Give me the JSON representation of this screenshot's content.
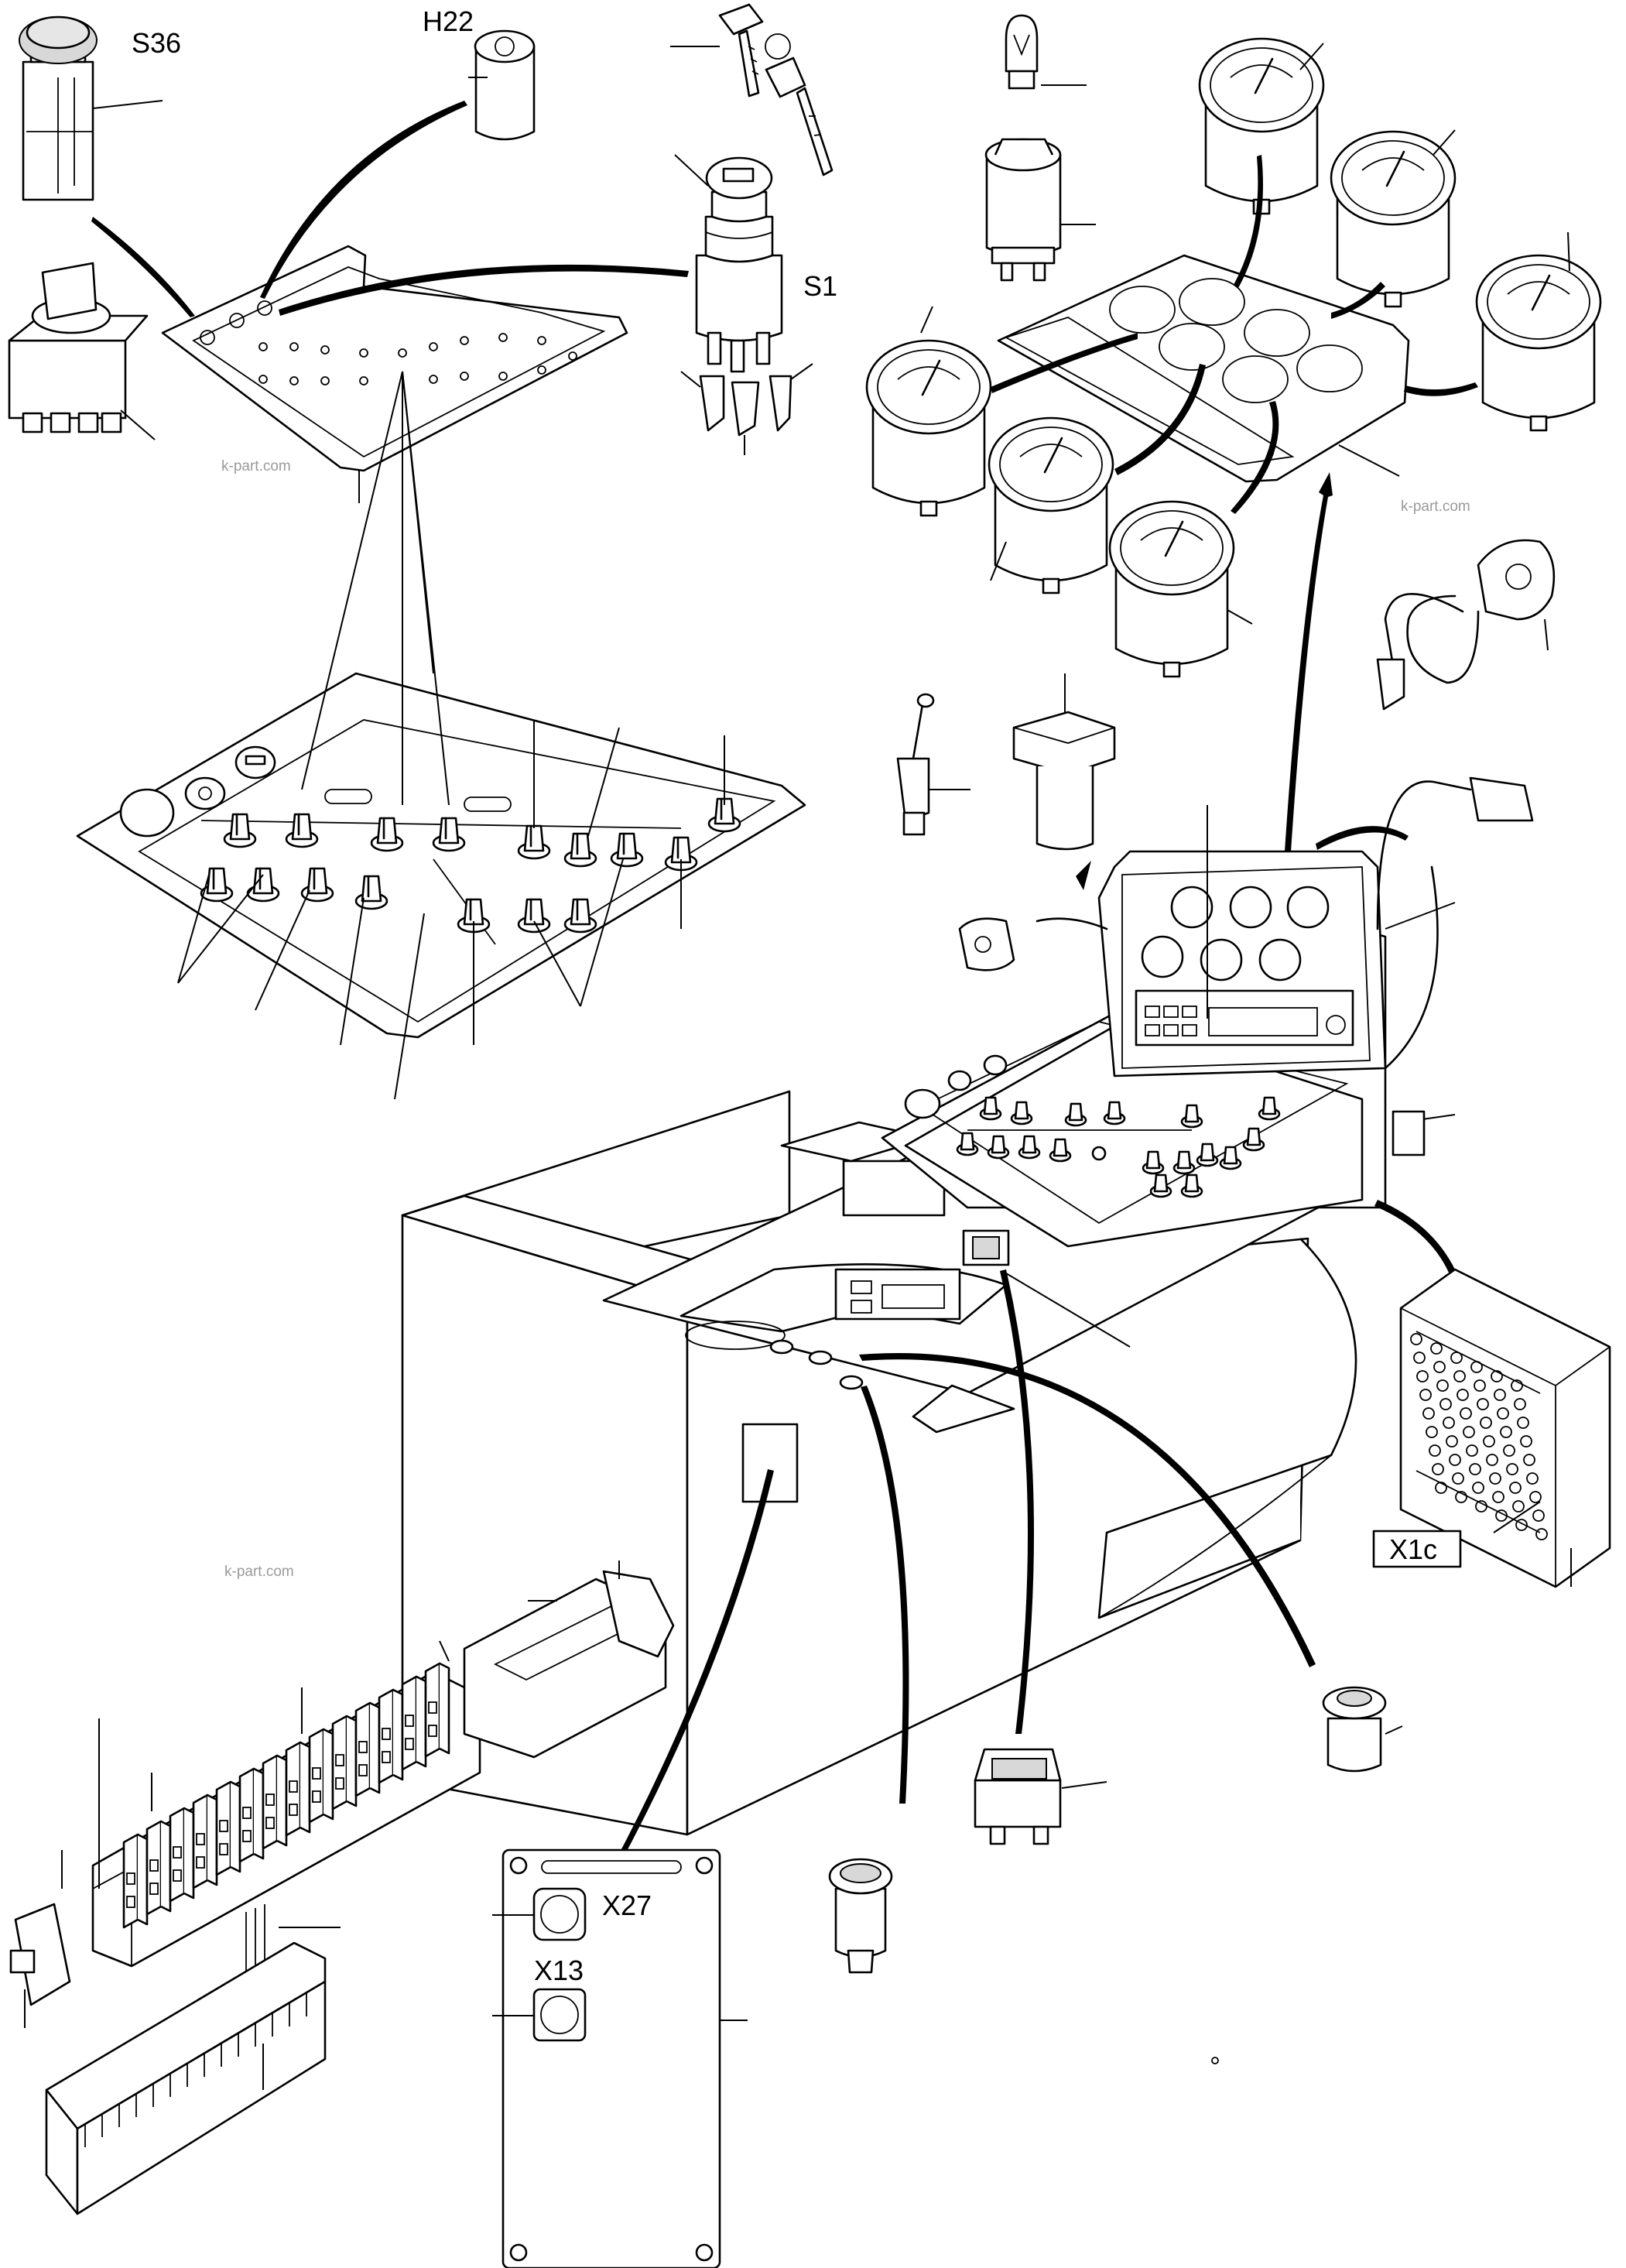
{
  "labels": {
    "s36": "S36",
    "h22": "H22",
    "s1": "S1",
    "x1c": "X1c",
    "x27": "X27",
    "x13": "X13"
  },
  "watermarks": [
    "k-part.com",
    "k-part.com",
    "k-part.com"
  ],
  "colors": {
    "ink": "#000000",
    "paper": "#ffffff",
    "watermark": "#9a9a9a"
  }
}
